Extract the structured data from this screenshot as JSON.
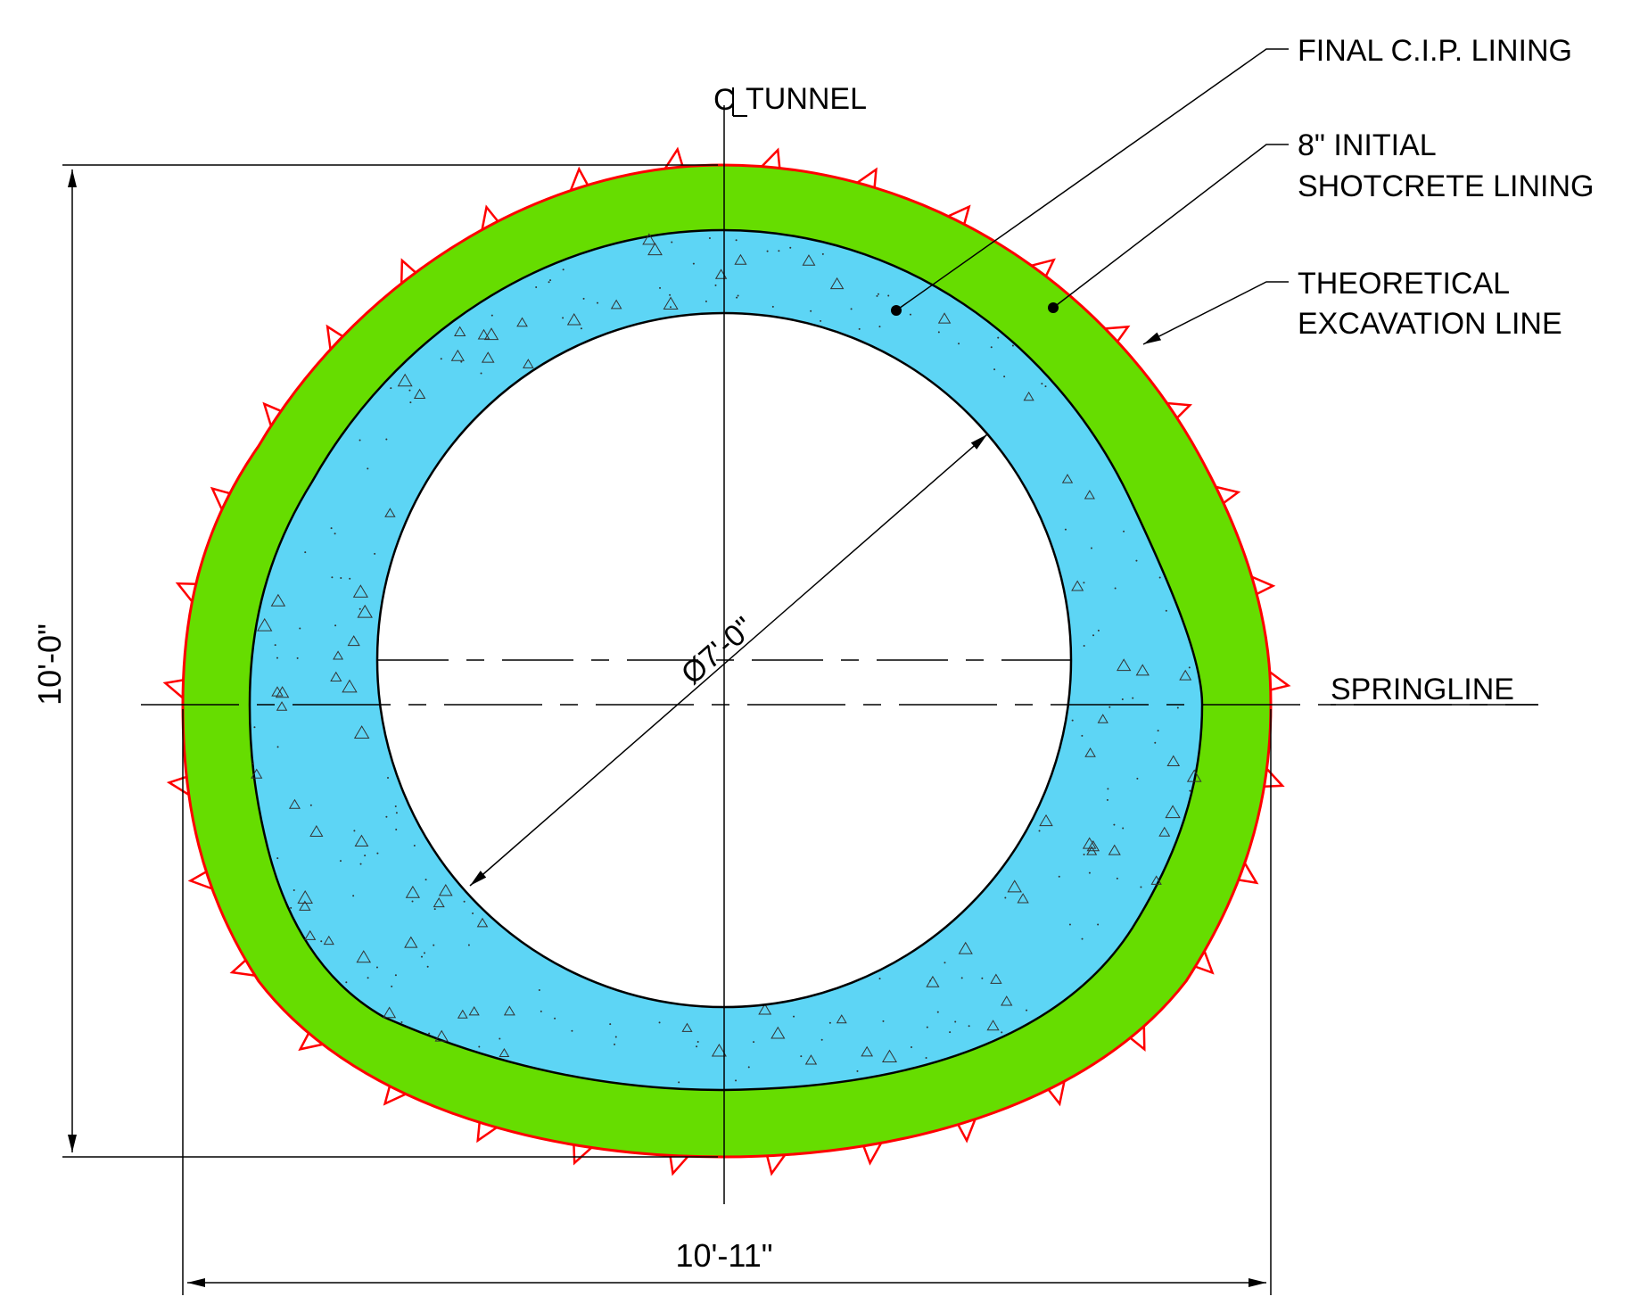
{
  "diagram": {
    "centerline_label": "TUNNEL",
    "centerline_symbol": "C",
    "springline_label": "SPRINGLINE",
    "inner_diameter_label": "Ø7'-0\"",
    "height_dimension": "10'-0\"",
    "width_dimension": "10'-11\"",
    "callouts": [
      {
        "lines": [
          "FINAL C.I.P. LINING"
        ]
      },
      {
        "lines": [
          "8\" INITIAL",
          "SHOTCRETE LINING"
        ]
      },
      {
        "lines": [
          "THEORETICAL",
          "EXCAVATION LINE"
        ]
      }
    ],
    "colors": {
      "initial_shotcrete": "#66DD00",
      "final_cip_lining": "#5DD5F5",
      "excavation_line": "#FF0000",
      "linework": "#000000"
    }
  }
}
